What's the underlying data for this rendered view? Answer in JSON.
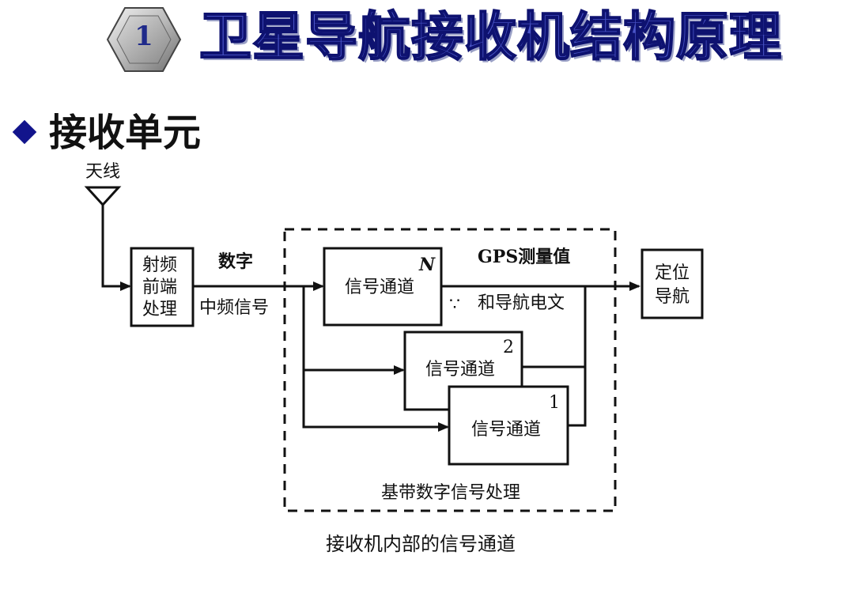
{
  "title": {
    "badge_number": "1",
    "text": "卫星导航接收机结构原理"
  },
  "section": {
    "heading": "接收单元"
  },
  "diagram": {
    "antenna_label": "天线",
    "rf_frontend": {
      "line1": "射频",
      "line2": "前端",
      "line3": "处理"
    },
    "if_signal": {
      "line1": "数字",
      "line2": "中频信号"
    },
    "channels": [
      {
        "index_label": "N",
        "label": "信号通道"
      },
      {
        "index_label": "2",
        "label": "信号通道"
      },
      {
        "index_label": "1",
        "label": "信号通道"
      }
    ],
    "ellipsis": "∵",
    "output_label": {
      "line1": "GPS测量值",
      "line2": "和导航电文"
    },
    "positioning": {
      "line1": "定位",
      "line2": "导航"
    },
    "baseband_label": "基带数字信号处理",
    "caption": "接收机内部的信号通道"
  }
}
